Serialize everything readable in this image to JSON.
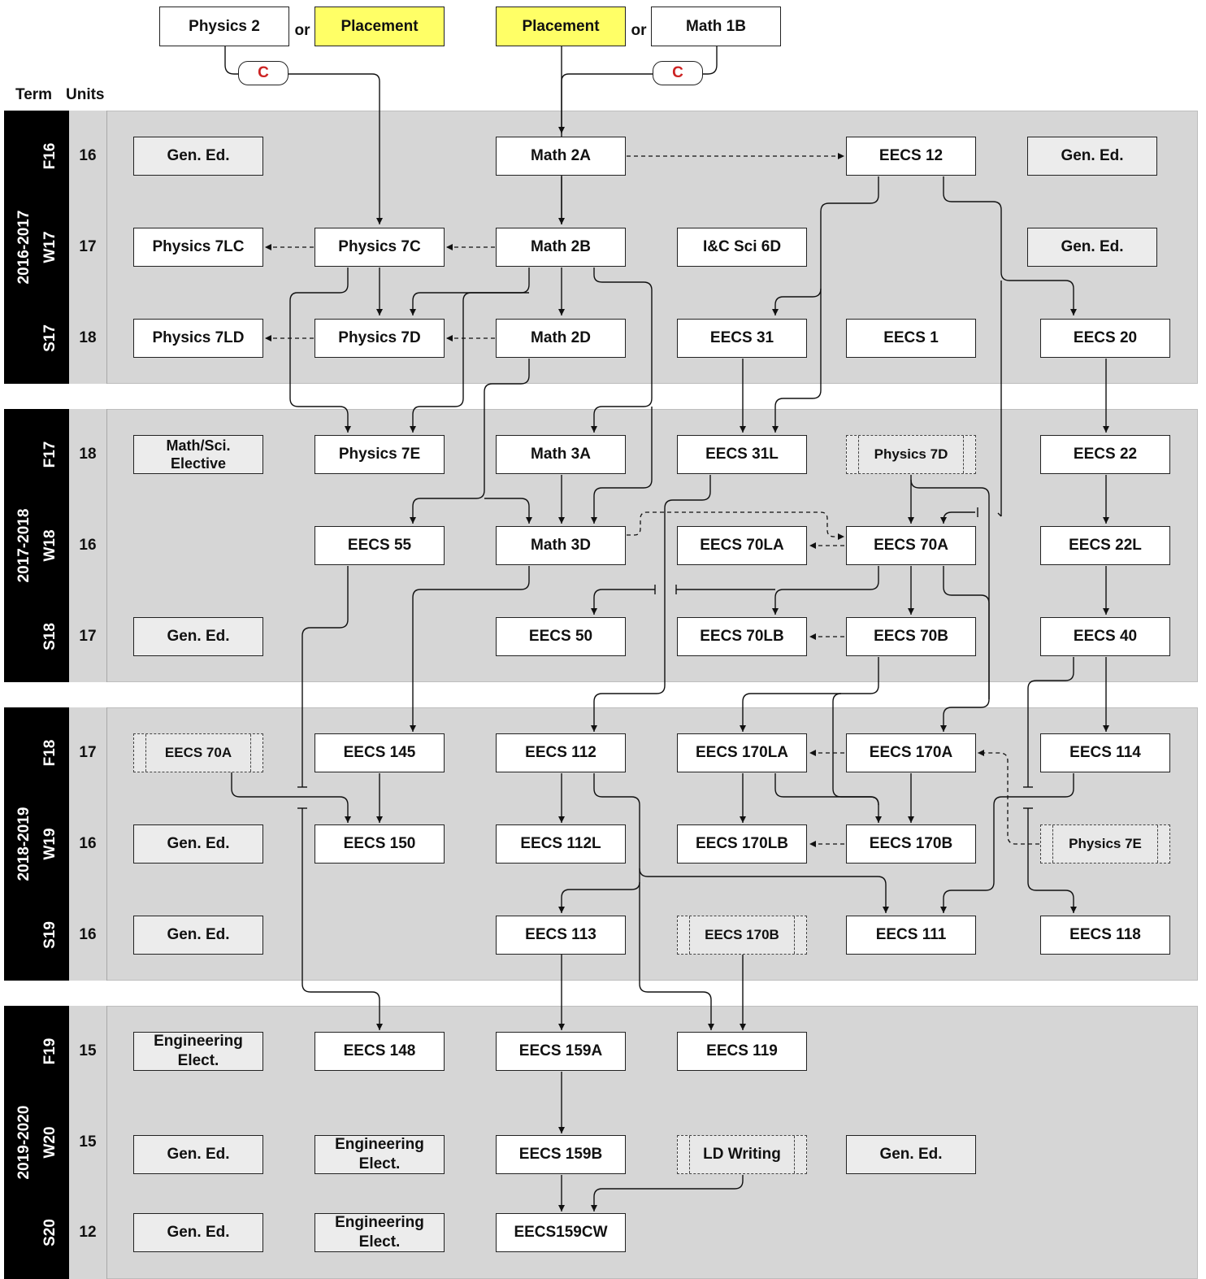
{
  "headers": {
    "term": "Term",
    "units": "Units"
  },
  "years": [
    "2016-2017",
    "2017-2018",
    "2018-2019",
    "2019-2020"
  ],
  "terms": [
    "F16",
    "W17",
    "S17",
    "F17",
    "W18",
    "S18",
    "F18",
    "W19",
    "S19",
    "F19",
    "W20",
    "S20"
  ],
  "units": [
    "16",
    "17",
    "18",
    "18",
    "16",
    "17",
    "17",
    "16",
    "16",
    "15",
    "15",
    "12"
  ],
  "top": {
    "physics2": "Physics 2",
    "or": "or",
    "placement": "Placement",
    "math1b": "Math 1B",
    "c": "C"
  },
  "courses": {
    "ge": "Gen. Ed.",
    "math2a": "Math 2A",
    "eecs12": "EECS 12",
    "physics7lc": "Physics 7LC",
    "physics7c": "Physics 7C",
    "math2b": "Math 2B",
    "ics6d": "I&C Sci 6D",
    "physics7ld": "Physics 7LD",
    "physics7d": "Physics 7D",
    "math2d": "Math 2D",
    "eecs31": "EECS 31",
    "eecs1": "EECS 1",
    "eecs20": "EECS 20",
    "mathsci": "Math/Sci. Elective",
    "physics7e": "Physics 7E",
    "math3a": "Math 3A",
    "eecs31l": "EECS 31L",
    "eecs22": "EECS 22",
    "eecs55": "EECS 55",
    "math3d": "Math 3D",
    "eecs70la": "EECS 70LA",
    "eecs70a": "EECS 70A",
    "eecs22l": "EECS 22L",
    "eecs50": "EECS 50",
    "eecs70lb": "EECS 70LB",
    "eecs70b": "EECS 70B",
    "eecs40": "EECS 40",
    "eecs145": "EECS 145",
    "eecs112": "EECS 112",
    "eecs170la": "EECS 170LA",
    "eecs170a": "EECS 170A",
    "eecs114": "EECS 114",
    "eecs150": "EECS 150",
    "eecs112l": "EECS 112L",
    "eecs170lb": "EECS 170LB",
    "eecs170b": "EECS 170B",
    "eecs113": "EECS 113",
    "eecs111": "EECS 111",
    "eecs118": "EECS 118",
    "engelect": "Engineering Elect.",
    "eecs148": "EECS 148",
    "eecs159a": "EECS 159A",
    "eecs119": "EECS 119",
    "eecs159b": "EECS 159B",
    "ldwriting": "LD Writing",
    "eecs159cw": "EECS159CW"
  },
  "colors": {
    "band": "#d6d6d6",
    "yearbar": "#000000",
    "placement": "#ffff66",
    "c_label": "#cc2222"
  }
}
